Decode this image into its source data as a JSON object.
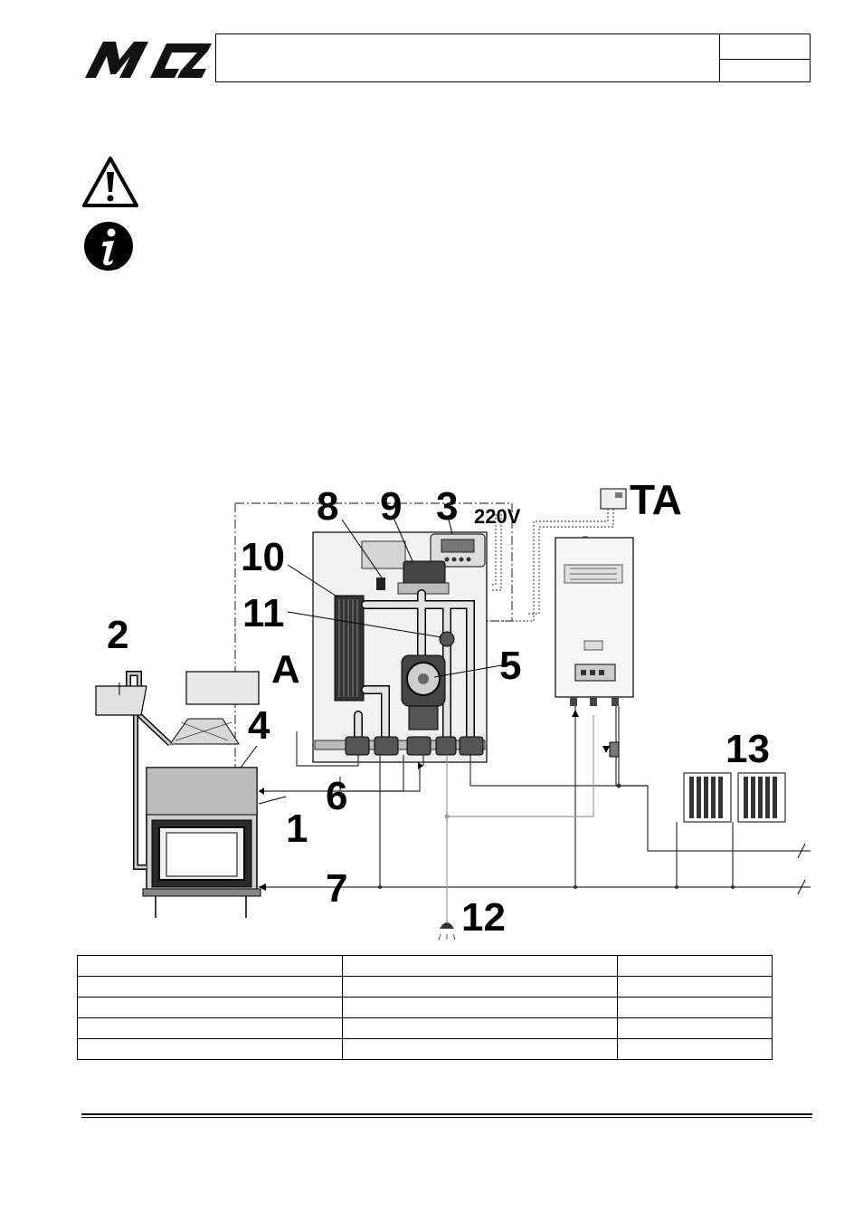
{
  "header": {
    "brand": "MCZ",
    "title": "",
    "cell_top": "",
    "cell_bottom": ""
  },
  "icons": {
    "warning": "warning-triangle-icon",
    "info": "info-circle-icon"
  },
  "diagram": {
    "labels": {
      "n1": "1",
      "n2": "2",
      "n3": "3",
      "n4": "4",
      "n5": "5",
      "n6": "6",
      "n7": "7",
      "n8": "8",
      "n9": "9",
      "n10": "10",
      "n11": "11",
      "n12": "12",
      "n13": "13",
      "a": "A",
      "ta": "TA",
      "voltage": "220V"
    }
  },
  "legend": {
    "rows": [
      [
        "",
        "",
        ""
      ],
      [
        "",
        "",
        ""
      ],
      [
        "",
        "",
        ""
      ],
      [
        "",
        "",
        ""
      ],
      [
        "",
        "",
        ""
      ]
    ]
  }
}
